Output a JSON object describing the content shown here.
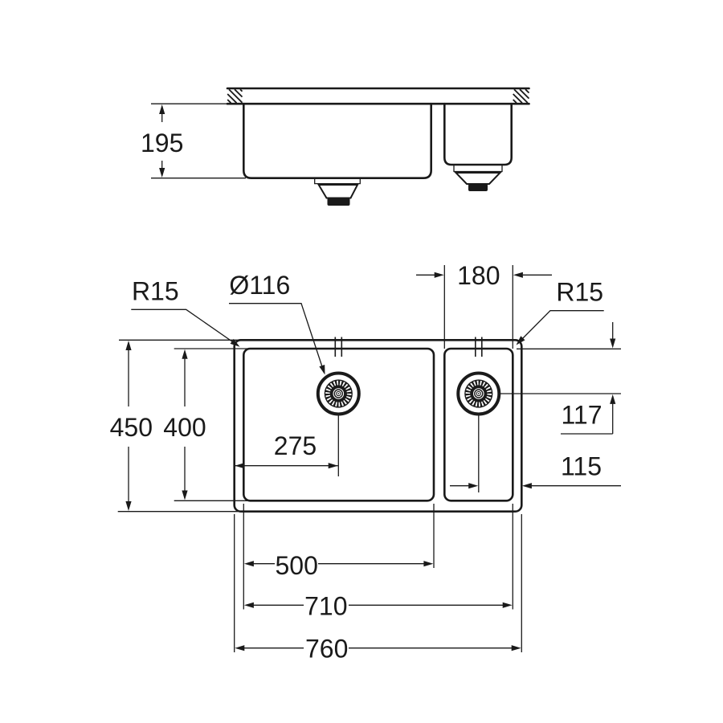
{
  "drawing": {
    "type": "technical-dimension-drawing",
    "colors": {
      "line": "#1a1a1a",
      "background": "#ffffff"
    },
    "labels": {
      "depth": "195",
      "radius_left": "R15",
      "drain_diameter": "Ø116",
      "small_bowl_width": "180",
      "radius_right": "R15",
      "overall_depth": "450",
      "bowl_depth": "400",
      "drain_offset_left": "275",
      "drain_offset_top": "117",
      "drain_offset_right": "115",
      "large_bowl_width": "500",
      "bowls_span": "710",
      "overall_width": "760"
    }
  }
}
